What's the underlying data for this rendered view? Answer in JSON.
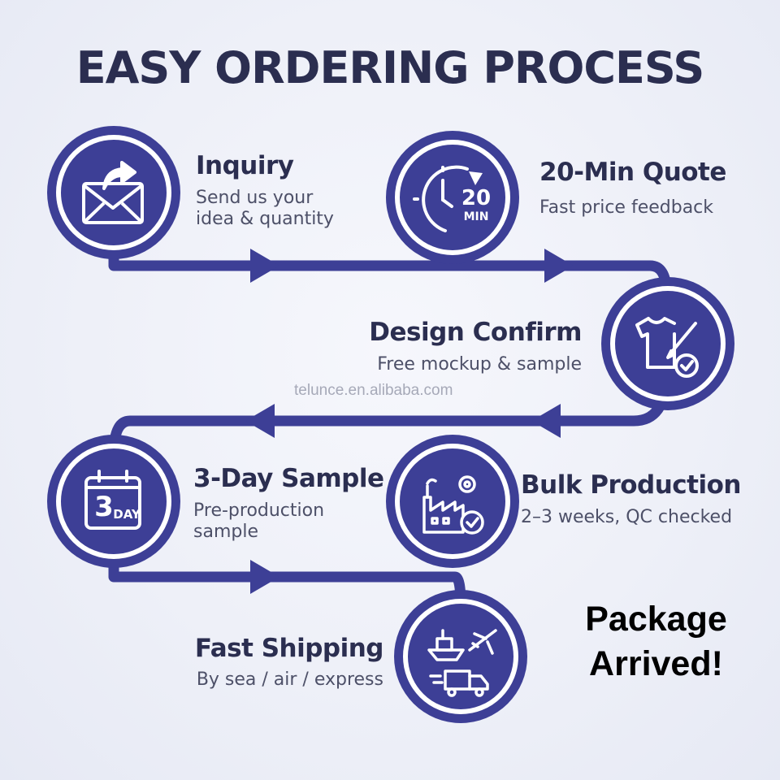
{
  "title": "EASY ORDERING PROCESS",
  "colors": {
    "primary": "#3d3f96",
    "ring": "#ffffff",
    "text": "#2b2e50",
    "muted": "#4d5068"
  },
  "steps": [
    {
      "title": "Inquiry",
      "desc": "Send us your\nidea & quantity",
      "icon": "envelope-icon"
    },
    {
      "title": "20-Min Quote",
      "desc": "Fast price feedback",
      "icon": "stopwatch-icon",
      "badge_number": "20",
      "badge_unit": "MIN"
    },
    {
      "title": "Design Confirm",
      "desc": "Free mockup & sample",
      "icon": "tshirt-pen-icon"
    },
    {
      "title": "3-Day Sample",
      "desc": "Pre-production\nsample",
      "icon": "calendar-icon",
      "badge_number": "3",
      "badge_unit": "DAY"
    },
    {
      "title": "Bulk Production",
      "desc": "2–3 weeks, QC checked",
      "icon": "factory-icon"
    },
    {
      "title": "Fast Shipping",
      "desc": "By sea / air / express",
      "icon": "ship-plane-truck-icon"
    }
  ],
  "watermark": "telunce.en.alibaba.com",
  "arrived_line1": "Package",
  "arrived_line2": "Arrived!"
}
